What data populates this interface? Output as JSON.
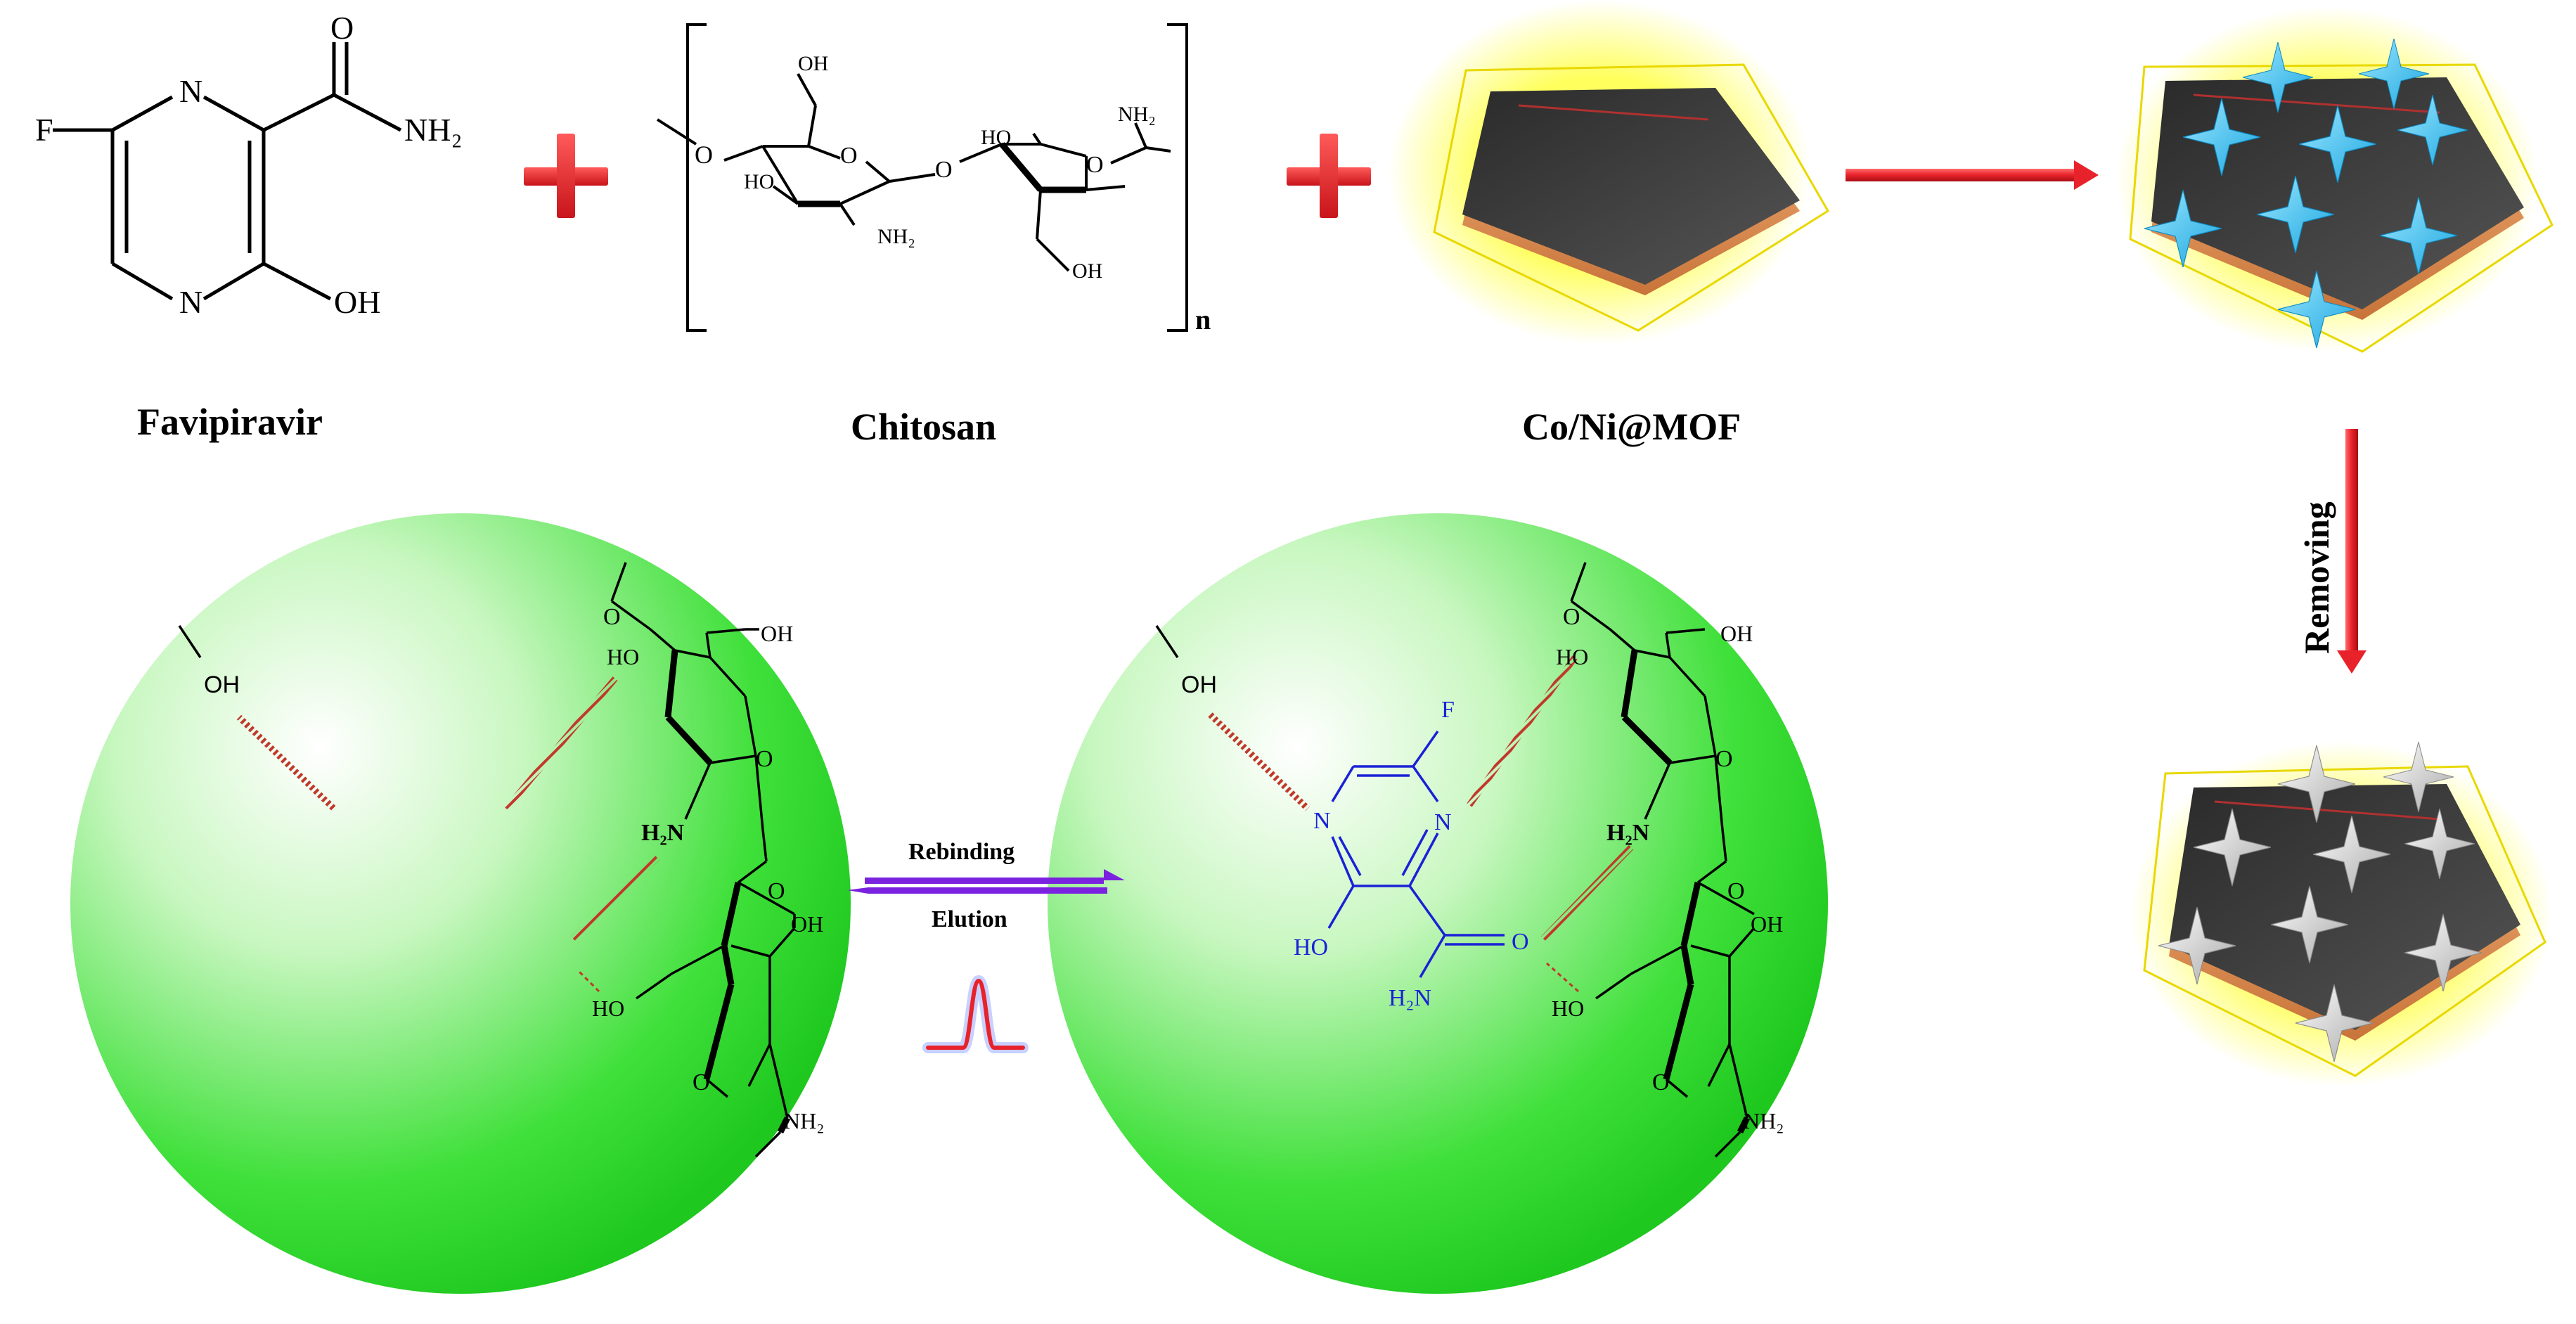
{
  "labels": {
    "favipiravir": "Favipiravir",
    "chitosan": "Chitosan",
    "mof": "Co/Ni@MOF",
    "removing": "Removing",
    "rebinding": "Rebinding",
    "elution": "Elution"
  },
  "atoms": {
    "F": "F",
    "N": "N",
    "O": "O",
    "OH": "OH",
    "HO": "HO",
    "NH2": "NH₂",
    "H2N": "H₂N",
    "n": "n"
  },
  "colors": {
    "plus": "#e8222a",
    "arrow": "#e8222a",
    "sphere": "#22e022",
    "mof_glow": "#ffff55",
    "template_star": "#2ec5f2",
    "cavity_star": "#f2f2f2",
    "drug_blue": "#1a22d6",
    "hbond": "#c0392b",
    "eq_arrow": "#7a22e0"
  },
  "icons": [
    "plus-icon",
    "mof-particle-icon",
    "star-icon",
    "peak-signal-icon",
    "equilibrium-arrow-icon"
  ]
}
